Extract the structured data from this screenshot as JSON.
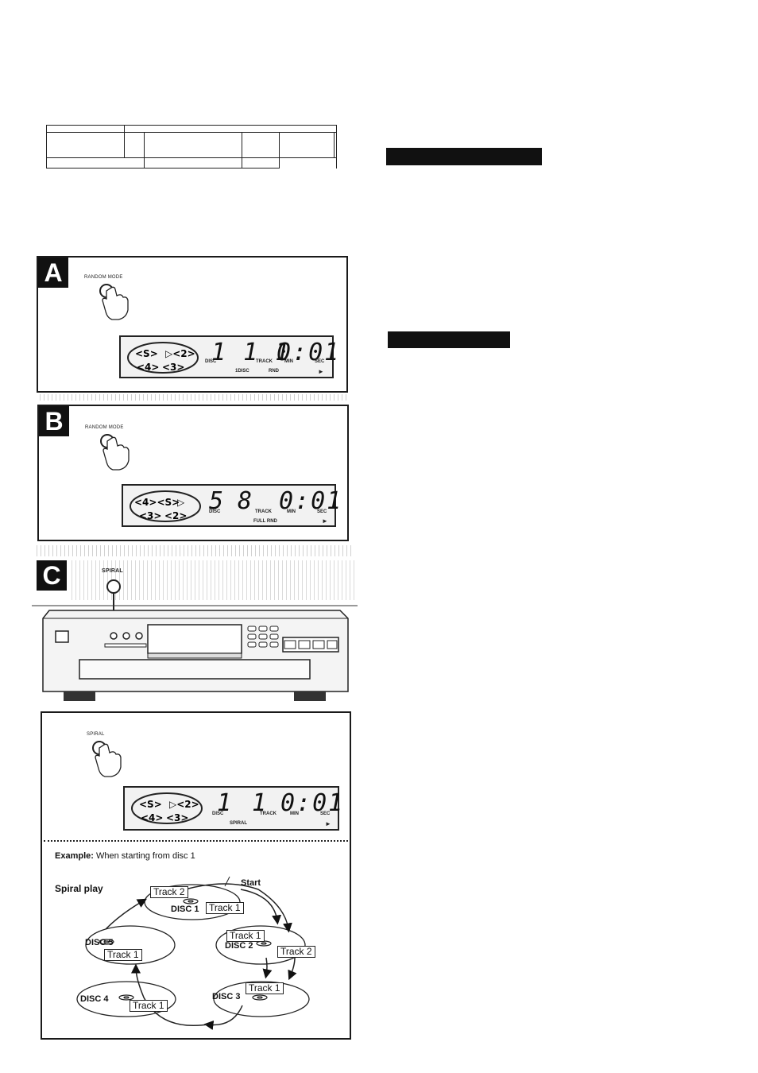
{
  "panels": {
    "a": {
      "letter": "A",
      "button_label": "RANDOM MODE",
      "display": {
        "disc_digits": "1 1 1",
        "time": "0:01",
        "disc_label": "DISC",
        "track_label": "TRACK",
        "min_label": "MIN",
        "sec_label": "SEC",
        "mode_1": "1DISC",
        "mode_2": "RND",
        "play": "►"
      }
    },
    "b": {
      "letter": "B",
      "button_label": "RANDOM MODE",
      "display": {
        "disc_digit": "5",
        "track_digit": "8",
        "time": "0:01",
        "disc_label": "DISC",
        "track_label": "TRACK",
        "min_label": "MIN",
        "sec_label": "SEC",
        "mode": "FULL RND",
        "play": "►"
      }
    },
    "c": {
      "letter": "C",
      "button_label": "SPIRAL"
    },
    "d": {
      "button_label": "SPIRAL",
      "display": {
        "disc_digit": "1",
        "track_digit": "1",
        "time": "0:01",
        "disc_label": "DISC",
        "track_label": "TRACK",
        "min_label": "MIN",
        "sec_label": "SEC",
        "mode": "SPIRAL",
        "play": "►"
      },
      "example_bold": "Example:",
      "example_text": "When starting from disc 1",
      "diagram_title": "Spiral play",
      "start_label": "Start",
      "discs": [
        "DISC 1",
        "DISC 2",
        "DISC 3",
        "DISC 4",
        "DISC 5"
      ],
      "track_1": "Track 1",
      "track_2": "Track 2"
    }
  }
}
